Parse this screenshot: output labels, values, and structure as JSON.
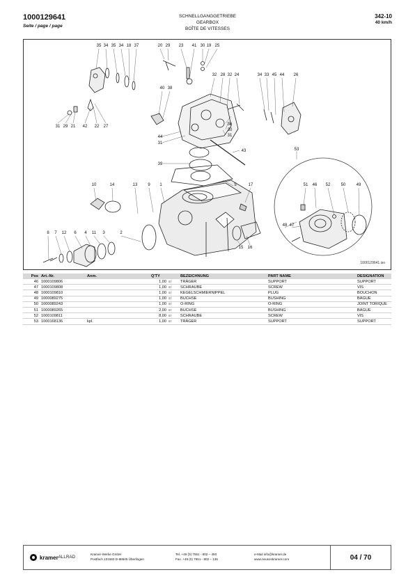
{
  "header": {
    "doc_number": "1000129641",
    "page_label": "Seite / page / page",
    "title_de": "SCHNELLGANGGETRIEBE",
    "title_en": "GEARBOX",
    "title_fr": "BOÎTE DE VITESSES",
    "code": "342-10",
    "speed": "40 km/h"
  },
  "drawing": {
    "image_id": "1000129641.iso",
    "callouts": [
      "35",
      "34",
      "35",
      "34",
      "18",
      "37",
      "20",
      "29",
      "23",
      "41",
      "30",
      "19",
      "25",
      "32",
      "28",
      "32",
      "24",
      "34",
      "33",
      "45",
      "44",
      "26",
      "31",
      "29",
      "21",
      "42",
      "22",
      "27",
      "40",
      "38",
      "36",
      "30",
      "31",
      "44",
      "31",
      "43",
      "39",
      "53",
      "10",
      "14",
      "13",
      "9",
      "1",
      "5",
      "17",
      "51",
      "46",
      "52",
      "50",
      "49",
      "8",
      "7",
      "12",
      "6",
      "4",
      "11",
      "3",
      "2",
      "15",
      "16",
      "48",
      "47"
    ]
  },
  "table": {
    "headers": [
      "Pos",
      "Art.-Nr.",
      "Anm.",
      "Q'TY",
      "BEZEICHNUNG",
      "PART NAME",
      "DESIGNATION"
    ],
    "rows": [
      {
        "pos": "46",
        "art": "1000109806",
        "anm": "",
        "qty": "1,00",
        "unit": "ST",
        "de": "TRÄGER",
        "en": "SUPPORT",
        "fr": "SUPPORT"
      },
      {
        "pos": "47",
        "art": "1000109808",
        "anm": "",
        "qty": "1,00",
        "unit": "ST",
        "de": "SCHRAUBE",
        "en": "SCREW",
        "fr": "VIS"
      },
      {
        "pos": "48",
        "art": "1000109810",
        "anm": "",
        "qty": "1,00",
        "unit": "ST",
        "de": "KEGELSCHMIERNIPPEL",
        "en": "PLUG",
        "fr": "BOUCHON"
      },
      {
        "pos": "49",
        "art": "1000089275",
        "anm": "",
        "qty": "1,00",
        "unit": "ST",
        "de": "BUCHSE",
        "en": "BUSHING",
        "fr": "BAGUE"
      },
      {
        "pos": "50",
        "art": "1000089243",
        "anm": "",
        "qty": "1,00",
        "unit": "ST",
        "de": "O-RING",
        "en": "O-RING",
        "fr": "JOINT TORIQUE"
      },
      {
        "pos": "51",
        "art": "1000089265",
        "anm": "",
        "qty": "2,00",
        "unit": "ST",
        "de": "BUCHSE",
        "en": "BUSHING",
        "fr": "BAGUE"
      },
      {
        "pos": "52",
        "art": "1000109811",
        "anm": "",
        "qty": "8,00",
        "unit": "ST",
        "de": "SCHRAUBE",
        "en": "SCREW",
        "fr": "VIS"
      },
      {
        "pos": "53",
        "art": "1000168136",
        "anm": "kpl.",
        "qty": "1,00",
        "unit": "ST",
        "de": "TRÄGER",
        "en": "SUPPORT",
        "fr": "SUPPORT"
      }
    ]
  },
  "footer": {
    "brand": "kramer",
    "brand_sub": "ALLRAD",
    "company": "Kramer-Werke GmbH",
    "address": "Postfach 101563 D-88645 Überlingen",
    "tel": "Tel. +49 (0) 7551 - 802 – 450",
    "fax": "Fax. +49 (0) 7551 - 802 – 136",
    "email": "e-Mail info@kramer.de",
    "web": "www.neusonkramer.com",
    "page": "04 / 70"
  }
}
